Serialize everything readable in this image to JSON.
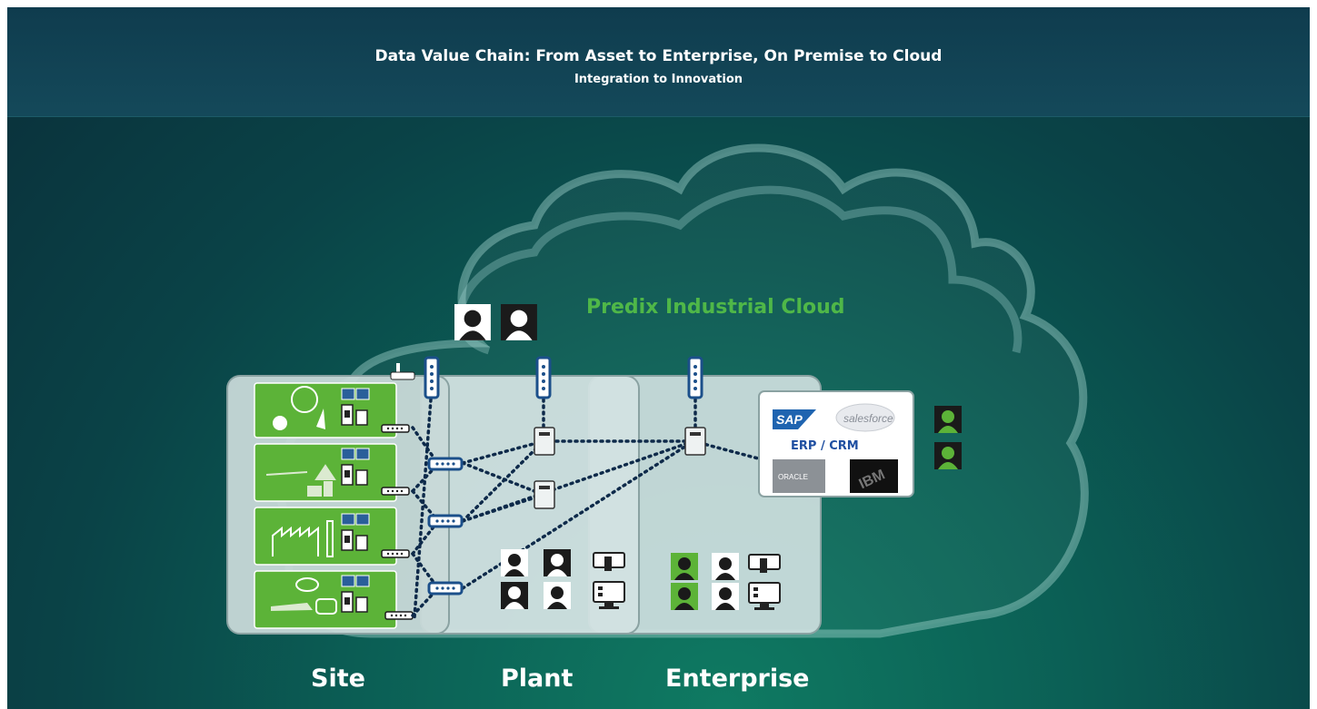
{
  "header": {
    "title": "Data Value Chain: From Asset to Enterprise, On Premise to Cloud",
    "subtitle": "Integration to Innovation"
  },
  "cloud": {
    "label": "Predix Industrial Cloud"
  },
  "erp": {
    "label": "ERP / CRM",
    "logos": [
      "SAP",
      "salesforce",
      "ORACLE",
      "IBM"
    ]
  },
  "columns": [
    "Site",
    "Plant",
    "Enterprise"
  ],
  "colors": {
    "cloud_text": "#4fb748",
    "erp_text": "#1f4fa1",
    "site_tile": "#5cb338",
    "network_dots": "#0e2a4a"
  }
}
